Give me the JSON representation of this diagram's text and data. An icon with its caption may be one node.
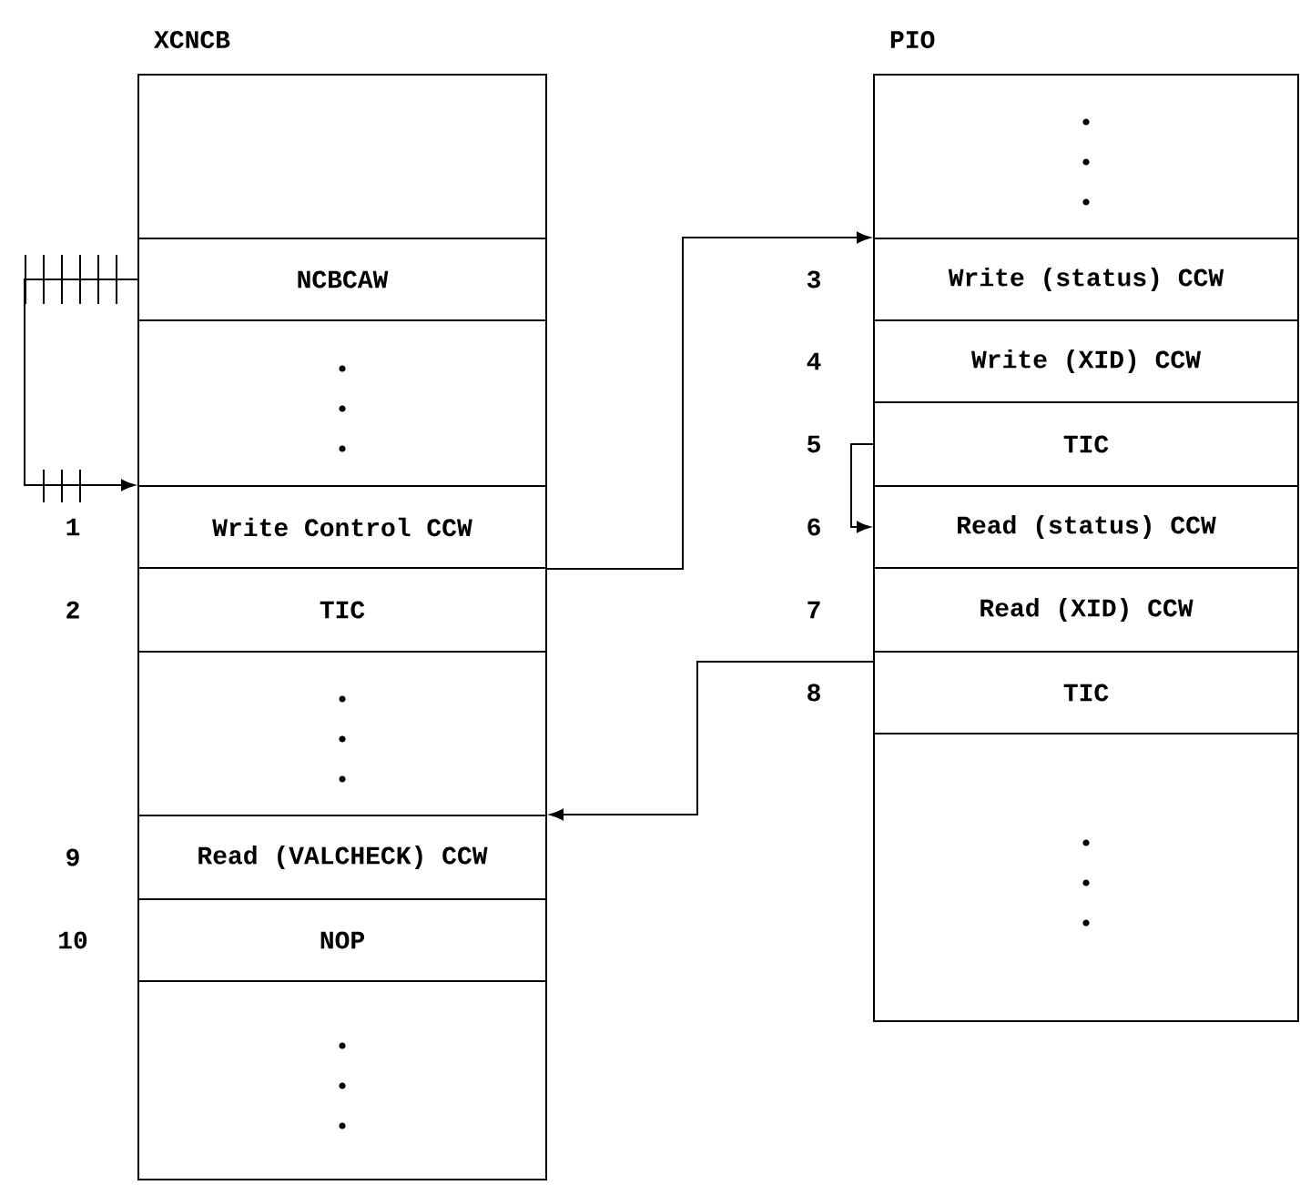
{
  "diagram": {
    "nodes": [
      {
        "text": [
          "XCNCB"
        ]
      },
      {
        "text": [],
        "shape": "box",
        "in": 0
      },
      {
        "text": [
          "NCBCAW"
        ],
        "in": 0
      },
      {
        "text": [],
        "shape": "box",
        "in": 0
      },
      {
        "text": [
          "Write Control CCW"
        ],
        "beside": [
          "1"
        ],
        "in": 0
      },
      {
        "text": [
          "TIC"
        ],
        "beside": [
          "2"
        ],
        "in": 0
      },
      {
        "text": [],
        "shape": "box",
        "in": 0
      },
      {
        "text": [
          "Read (VALCHECK) CCW"
        ],
        "beside": [
          "9"
        ],
        "in": 0
      },
      {
        "text": [
          "NOP"
        ],
        "beside": [
          "10"
        ],
        "in": 0
      },
      {
        "text": [],
        "shape": "box",
        "in": 0
      },
      {
        "text": [
          "PIO"
        ]
      },
      {
        "text": [],
        "shape": "box",
        "in": 10
      },
      {
        "text": [
          "Write (status) CCW"
        ],
        "beside": [
          "3"
        ],
        "in": 10
      },
      {
        "text": [
          "Write (XID) CCW"
        ],
        "beside": [
          "4"
        ],
        "in": 10
      },
      {
        "text": [
          "TIC"
        ],
        "beside": [
          "5"
        ],
        "in": 10
      },
      {
        "text": [
          "Read (status) CCW"
        ],
        "beside": [
          "6"
        ],
        "in": 10
      },
      {
        "text": [
          "Read (XID) CCW"
        ],
        "beside": [
          "7"
        ],
        "in": 10
      },
      {
        "text": [
          "TIC"
        ],
        "beside": [
          "8"
        ],
        "in": 10
      },
      {
        "text": [],
        "shape": "box",
        "in": 10
      }
    ],
    "edges": [
      {
        "from": 2,
        "to": 4,
        "arrow": "to"
      },
      {
        "from": 4,
        "to": 12,
        "arrow": "to"
      },
      {
        "from": 14,
        "to": 15,
        "arrow": "to"
      },
      {
        "from": 17,
        "to": 7,
        "arrow": "to"
      }
    ]
  }
}
